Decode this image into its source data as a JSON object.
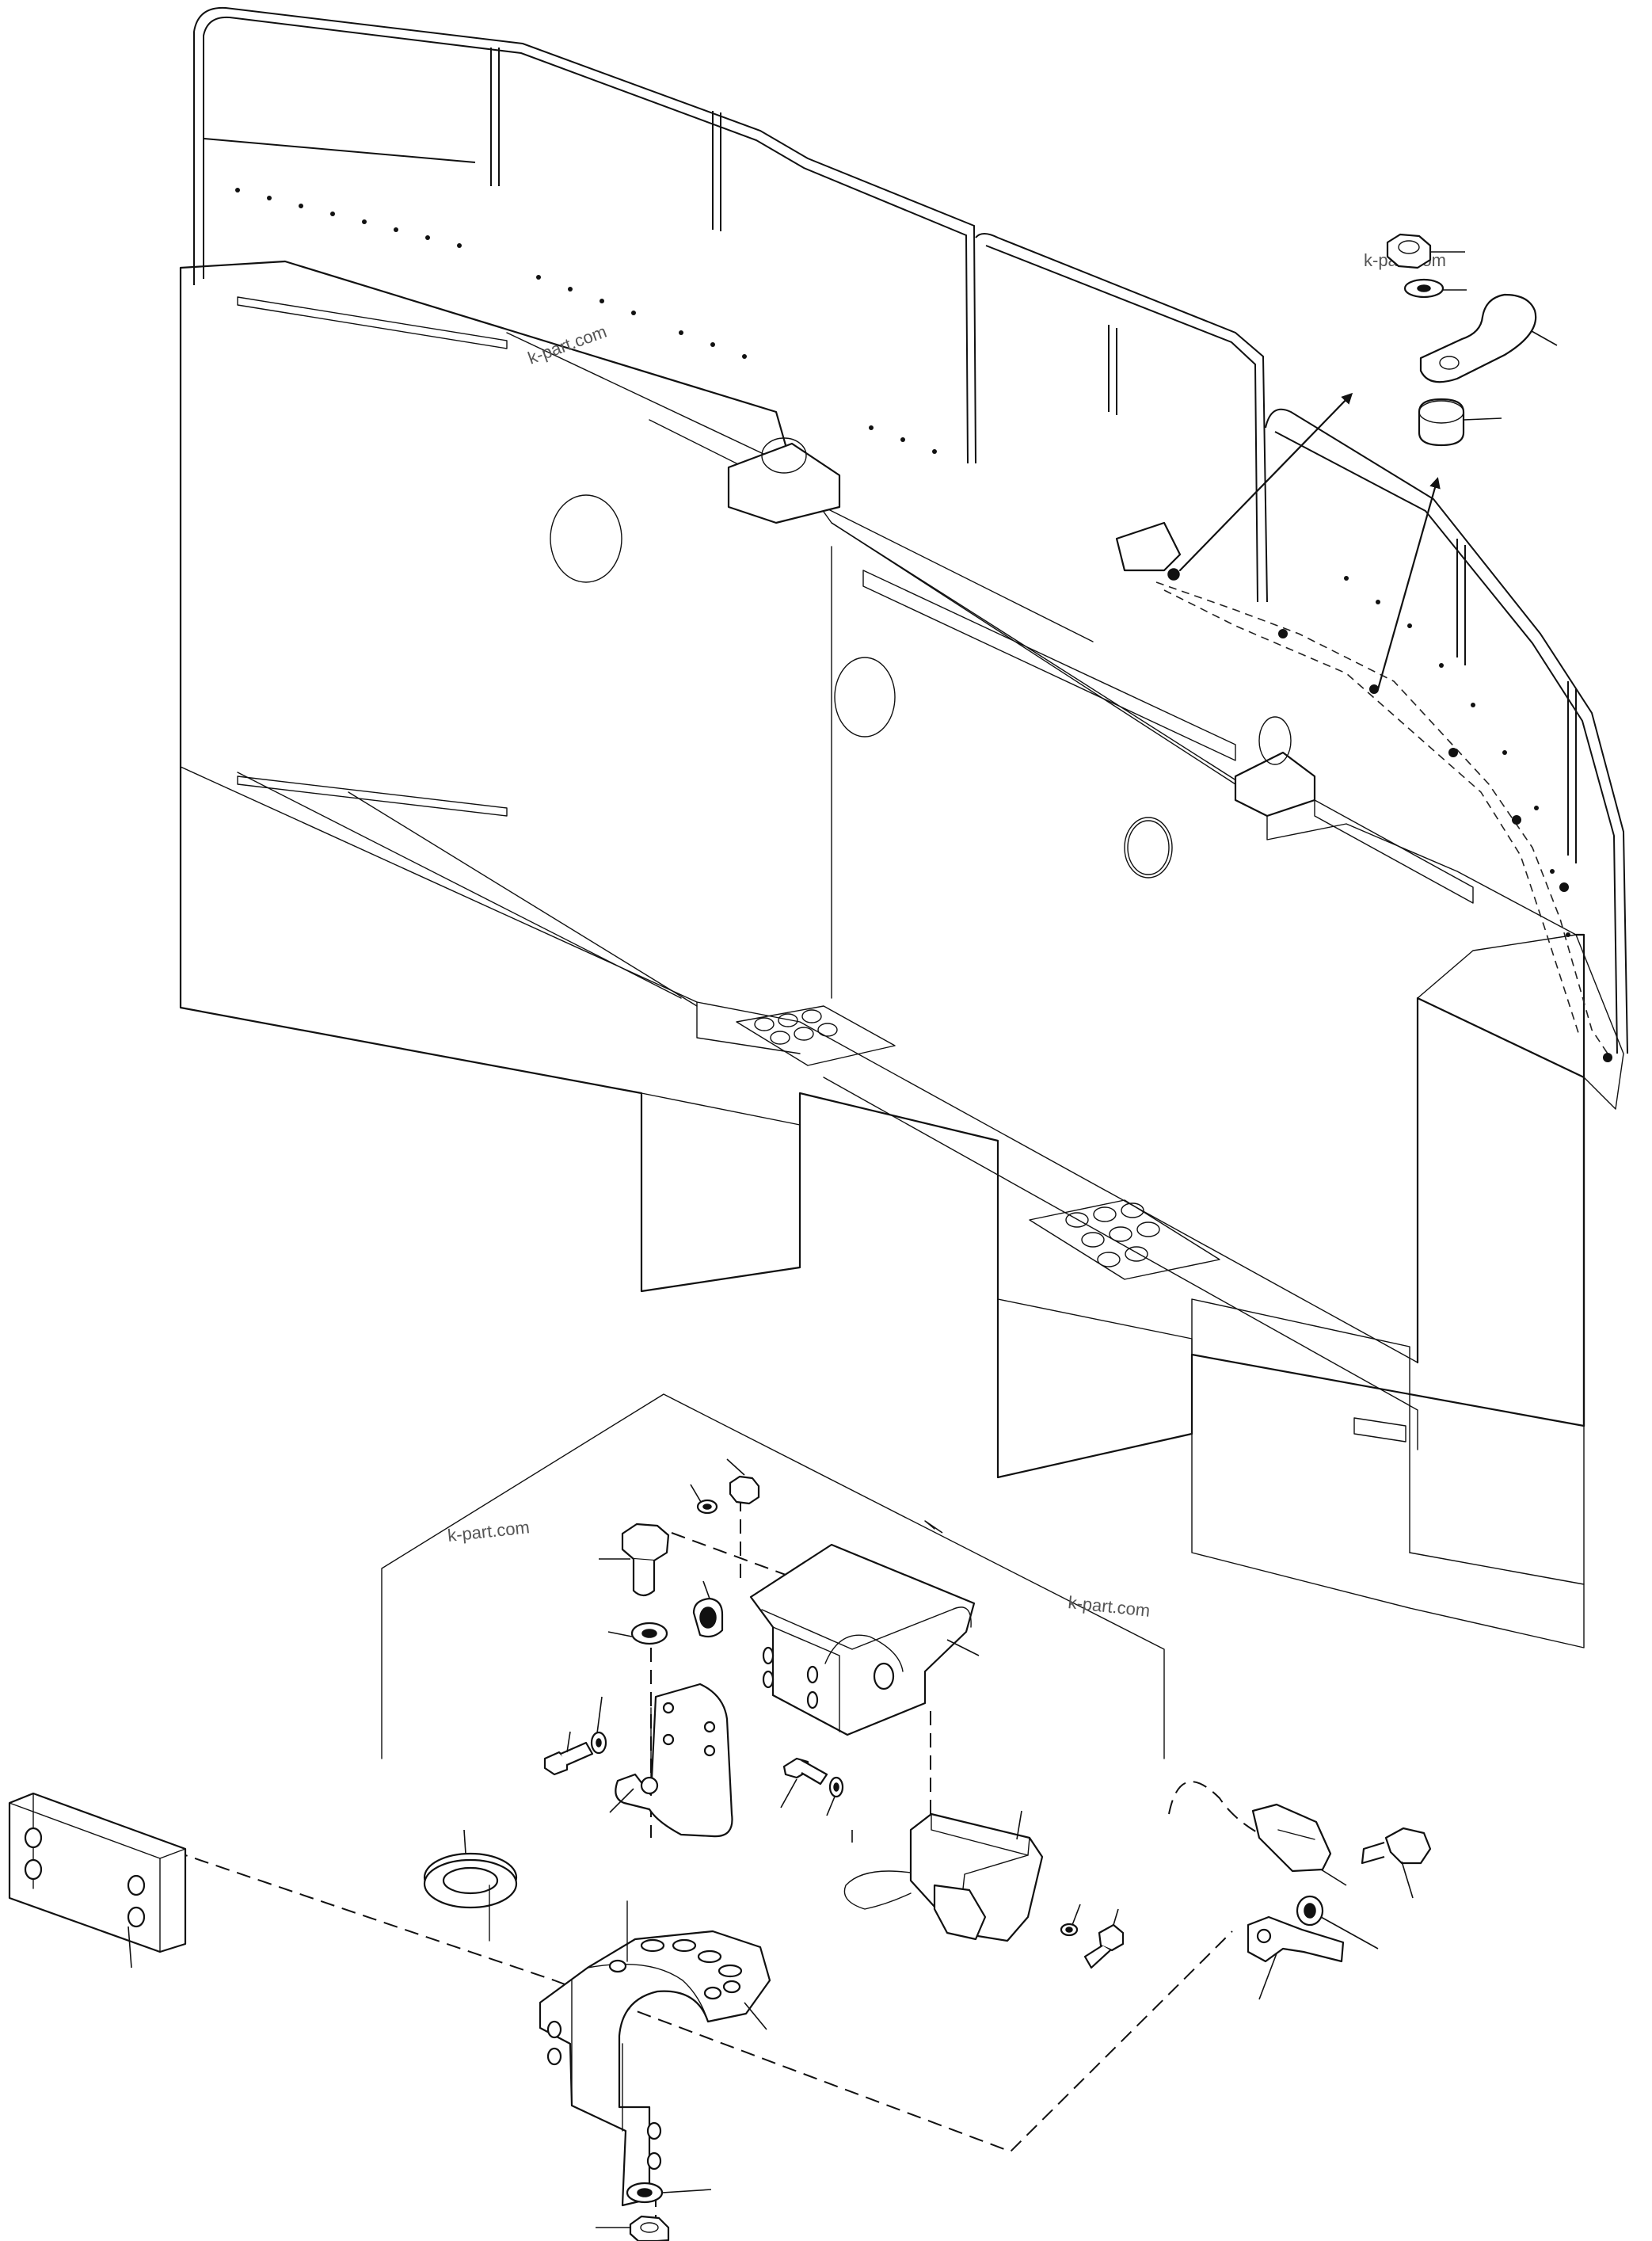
{
  "watermarks": [
    {
      "id": "wm-top-right",
      "text": "k-part.com"
    },
    {
      "id": "wm-frame",
      "text": "k-part.com"
    },
    {
      "id": "wm-detail-left",
      "text": "k-part.com"
    },
    {
      "id": "wm-detail-right",
      "text": "k-part.com"
    }
  ],
  "colors": {
    "line": "#111111",
    "background": "#ffffff",
    "watermark": "#555555"
  }
}
